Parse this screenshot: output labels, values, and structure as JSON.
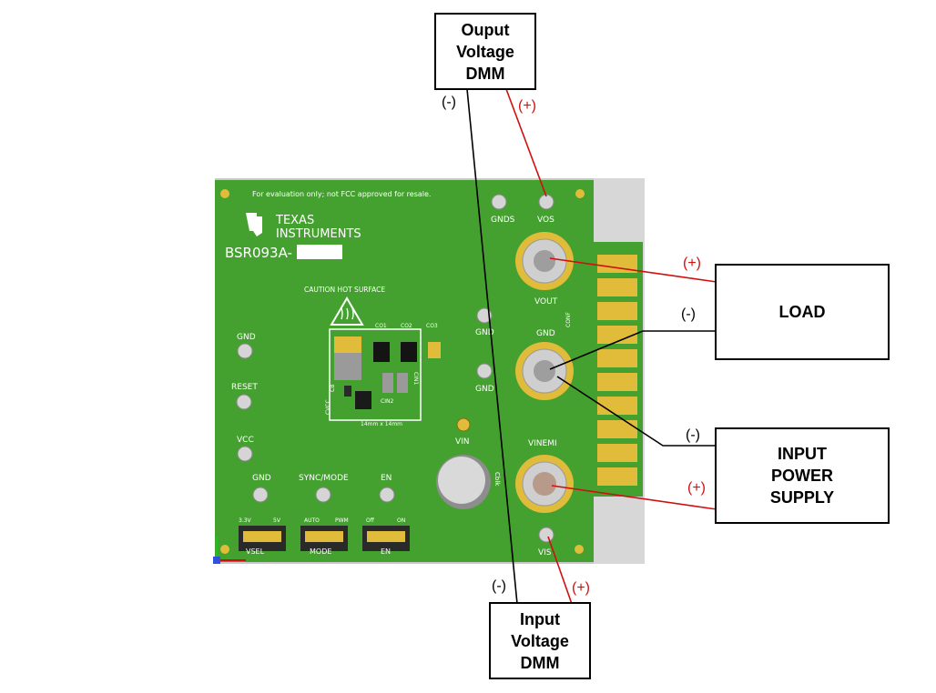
{
  "boxes": {
    "output_dmm": [
      "Ouput",
      "Voltage",
      "DMM"
    ],
    "load": [
      "LOAD"
    ],
    "input_supply": [
      "INPUT",
      "POWER",
      "SUPPLY"
    ],
    "input_dmm": [
      "Input",
      "Voltage",
      "DMM"
    ]
  },
  "polarity": {
    "neg": "(-)",
    "pos": "(+)"
  },
  "board": {
    "notice": "For evaluation only; not FCC approved for resale.",
    "brand_line1": "TEXAS",
    "brand_line2": "INSTRUMENTS",
    "part_number": "BSR093A-",
    "caution": "CAUTION HOT SURFACE",
    "dimensions": "14mm x 14mm",
    "labels": {
      "gnds": "GNDS",
      "vos": "VOS",
      "vout": "VOUT",
      "gnd": "GND",
      "vinemi": "VINEMI",
      "vis": "VIS",
      "vin": "VIN",
      "cblk": "Cblk",
      "reset": "RESET",
      "vcc": "VCC",
      "sync_mode": "SYNC/MODE",
      "en": "EN",
      "co1": "CO1",
      "co2": "CO2",
      "co3": "CO3",
      "cin1": "CIN1",
      "cin2": "CIN2",
      "cb": "CB",
      "cvcc": "CVCC",
      "conf": "CONF",
      "vsel": "VSEL",
      "mode": "MODE",
      "v33": "3.3V",
      "v5": "5V",
      "fpwm": "PWM",
      "auto": "AUTO",
      "off": "Off",
      "on": "ON"
    }
  },
  "colors": {
    "board_green": "#44a12f",
    "pad_gold": "#d8b23a",
    "neg_wire": "#000000",
    "pos_wire": "#d01010"
  }
}
